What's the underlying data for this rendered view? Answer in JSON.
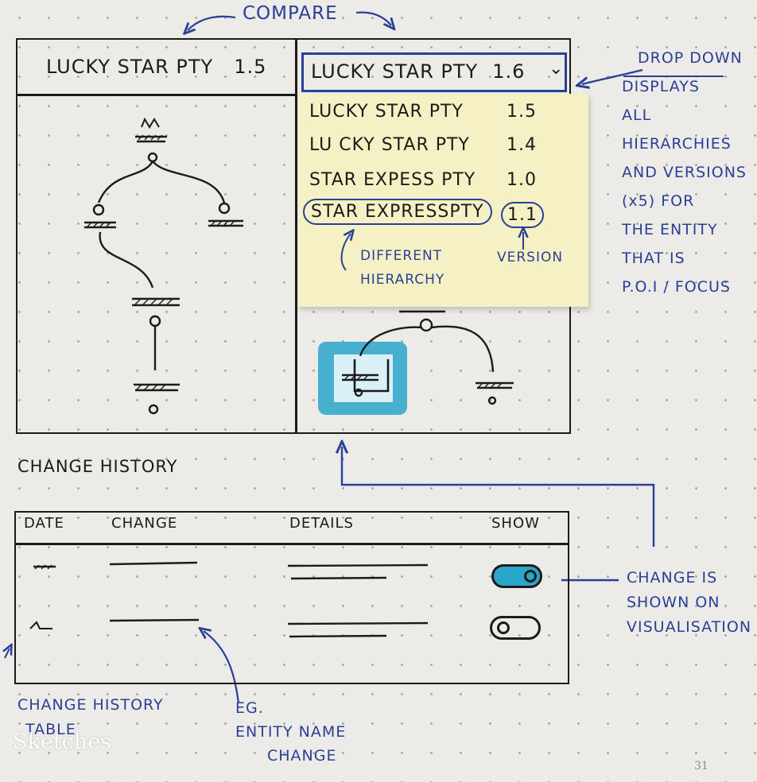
{
  "compare_label": "COMPARE",
  "left_panel": {
    "name": "LUCKY STAR PTY",
    "version": "1.5"
  },
  "dropdown": {
    "selected_name": "LUCKY STAR PTY",
    "selected_version": "1.6",
    "chevron_icon": "chevron-down-icon",
    "options": [
      {
        "name": "LUCKY STAR PTY",
        "version": "1.5"
      },
      {
        "name": "LU CKY STAR PTY",
        "version": "1.4"
      },
      {
        "name": "STAR EXPESS PTY",
        "version": "1.0"
      },
      {
        "name": "STAR EXPRESSPTY",
        "version": "1.1"
      }
    ],
    "note_hierarchy": [
      "DIFFERENT",
      "HIERARCHY"
    ],
    "note_version": "VERSION"
  },
  "annotation_right": [
    "DROP DOWN",
    "DISPLAYS",
    "ALL",
    "HIERARCHIES",
    "AND VERSIONS",
    "(x5)  FOR",
    "THE  ENTITY",
    "THAT  IS",
    "P.O.I / FOCUS"
  ],
  "change_history": {
    "title": "CHANGE HISTORY",
    "columns": [
      "DATE",
      "CHANGE",
      "DETAILS",
      "SHOW"
    ],
    "rows": [
      {
        "show": true
      },
      {
        "show": false
      }
    ]
  },
  "annotation_toggle": [
    "CHANGE IS",
    "SHOWN ON",
    "VISUALISATION"
  ],
  "annotation_table": [
    "CHANGE HISTORY",
    "TABLE"
  ],
  "annotation_eg": [
    "EG.",
    "ENTITY NAME",
    "CHANGE"
  ],
  "watermark": "Sketches",
  "page_number": "31",
  "colors": {
    "ink": "#1b1b1b",
    "blue_pen": "#2a3f96",
    "highlight": "#2aa6c9",
    "sticky": "#f5f1c5"
  }
}
